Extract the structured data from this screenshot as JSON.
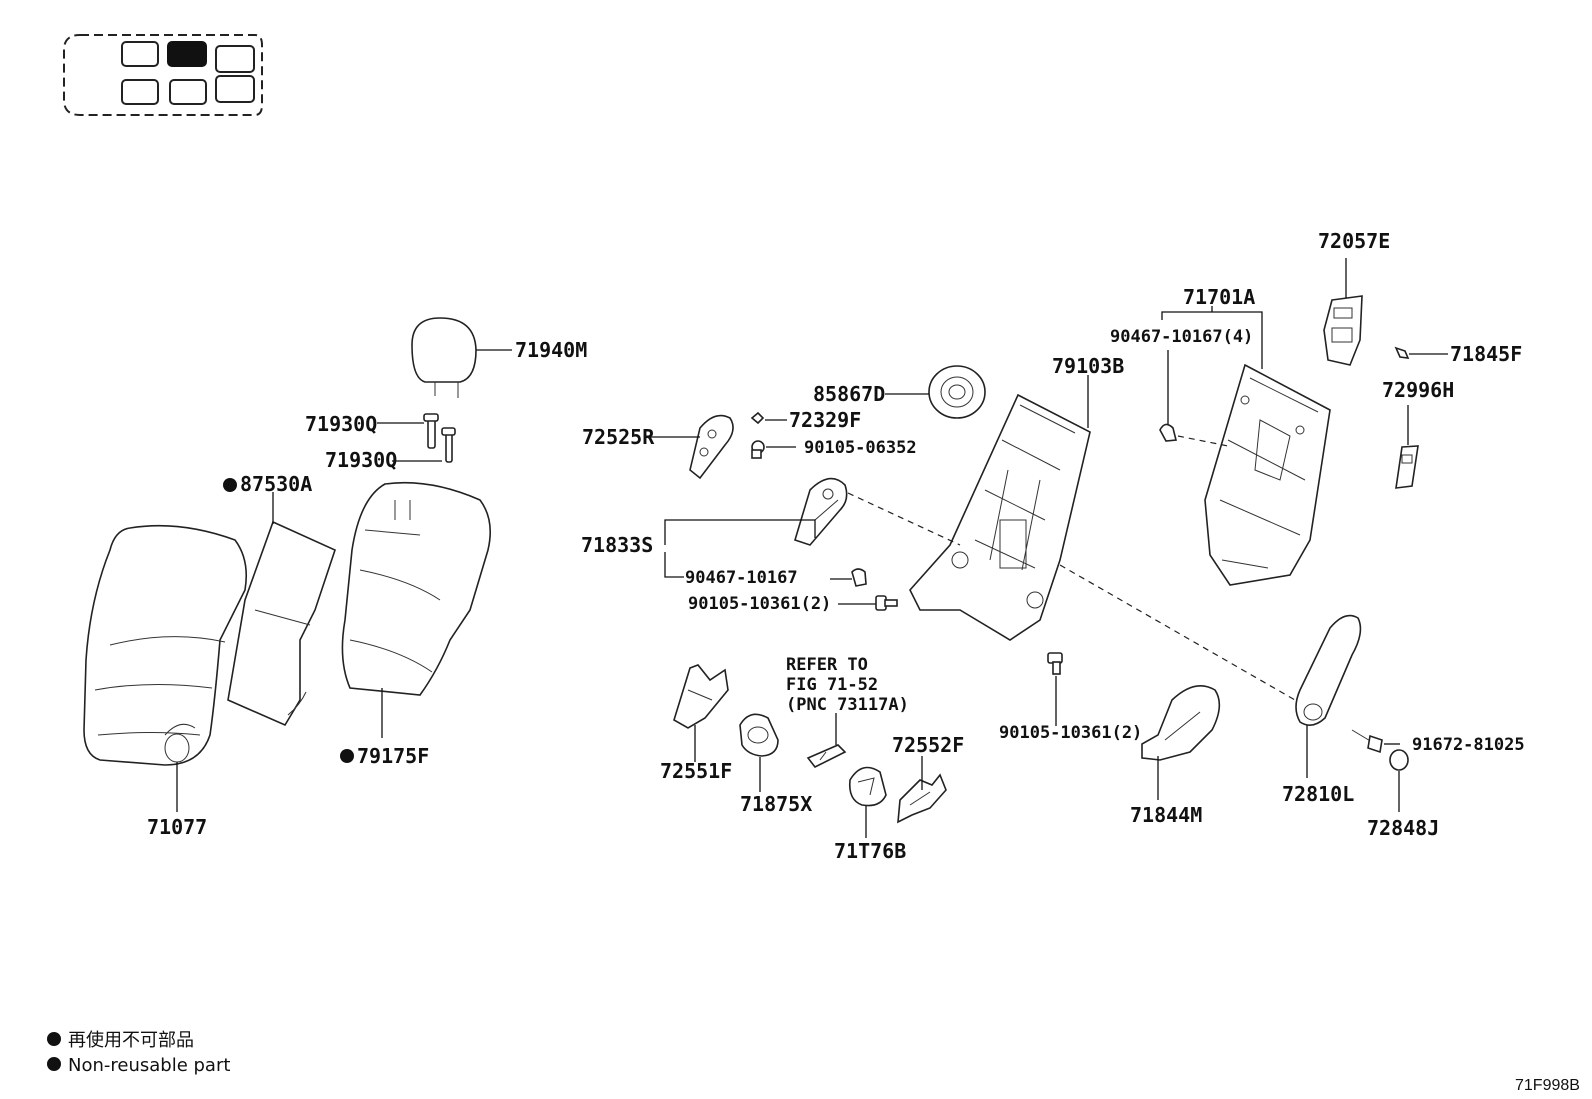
{
  "seat_map": {
    "selected_position": "second row, center"
  },
  "parts": {
    "headrest": "71940M",
    "headrest_support_1": "71930Q",
    "headrest_support_2": "71930Q",
    "seatback_pad": "87530A",
    "seatback_cover": "71077",
    "seatback_frame_cover": "79175F",
    "hinge_cover": "72525R",
    "clip_72329f": "72329F",
    "screw_06352": "90105-06352",
    "speaker": "85867D",
    "seatback_frame": "79103B",
    "frame_assy": "71701A",
    "clip_10167_4": "90467-10167(4)",
    "lock_cover_72057e": "72057E",
    "clip_71845f": "71845F",
    "cover_72996h": "72996H",
    "cover_71833s": "71833S",
    "clip_10167": "90467-10167",
    "bolt_10361_2a": "90105-10361(2)",
    "bolt_10361_2b": "90105-10361(2)",
    "cover_72551f": "72551F",
    "knob_71875x": "71875X",
    "refer_line1": "REFER TO",
    "refer_line2": "FIG 71-52",
    "refer_line3": "(PNC 73117A)",
    "cover_72552f": "72552F",
    "cover_71t76b": "71T76B",
    "cover_71844m": "71844M",
    "armrest_72810l": "72810L",
    "screw_81025": "91672-81025",
    "cap_72848j": "72848J"
  },
  "legend": {
    "japanese": "再使用不可部品",
    "english": "Non-reusable part"
  },
  "figure_code": "71F998B"
}
